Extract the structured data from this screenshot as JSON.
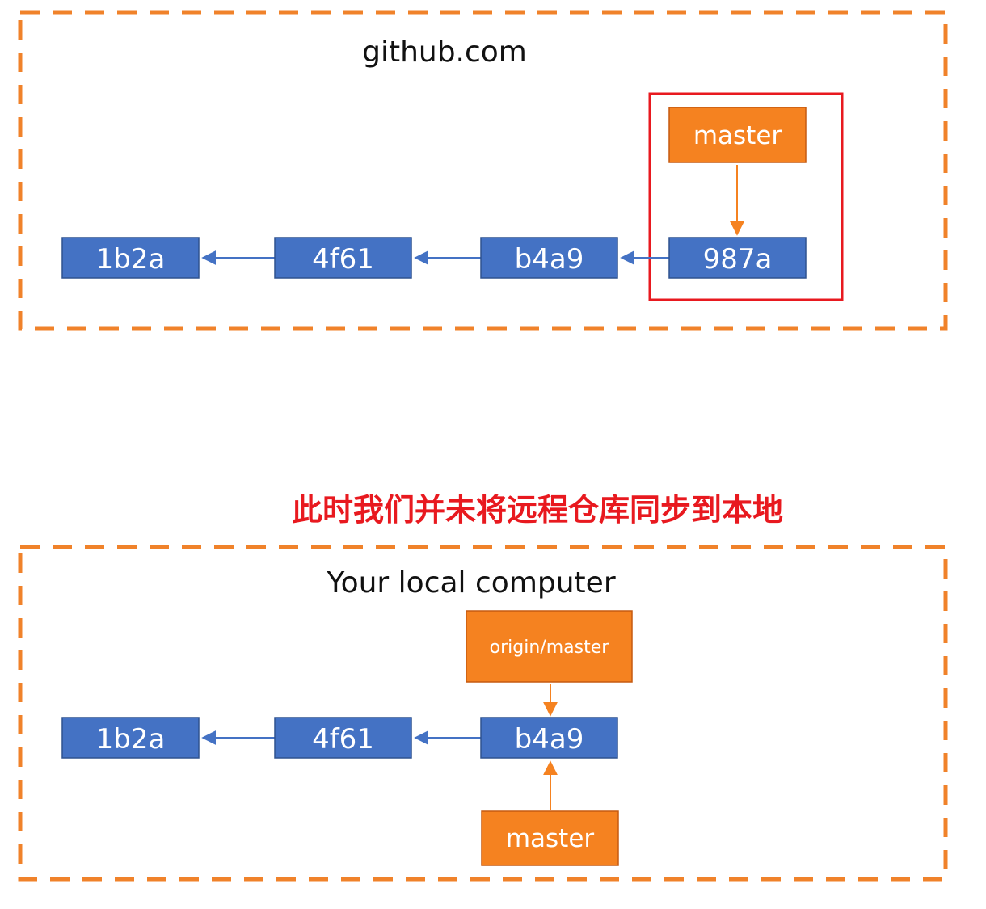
{
  "colors": {
    "commit_fill": "#4472c4",
    "branch_fill": "#f58220",
    "dash_border": "#f0822a",
    "highlight": "#e8191f",
    "arrow_blue": "#4472c4",
    "arrow_orange": "#f58220"
  },
  "remote": {
    "title": "github.com",
    "commits": [
      {
        "id": "1b2a"
      },
      {
        "id": "4f61"
      },
      {
        "id": "b4a9"
      },
      {
        "id": "987a"
      }
    ],
    "branches": [
      {
        "label": "master"
      }
    ]
  },
  "note": "此时我们并未将远程仓库同步到本地",
  "local": {
    "title": "Your local computer",
    "commits": [
      {
        "id": "1b2a"
      },
      {
        "id": "4f61"
      },
      {
        "id": "b4a9"
      }
    ],
    "branches": [
      {
        "label": "origin/master"
      },
      {
        "label": "master"
      }
    ]
  }
}
